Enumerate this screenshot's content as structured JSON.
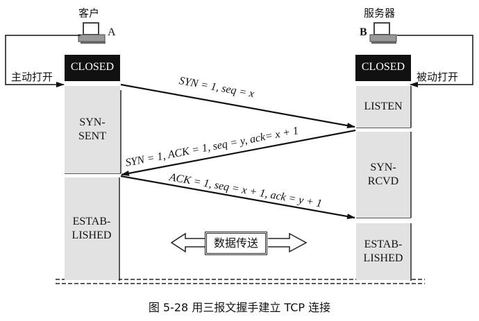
{
  "client": {
    "title": "客户",
    "id": "A",
    "action": "主动打开"
  },
  "server": {
    "title": "服务器",
    "id": "B",
    "action": "被动打开"
  },
  "client_states": [
    "CLOSED",
    "SYN-\nSENT",
    "ESTAB-\nLISHED"
  ],
  "server_states": [
    "CLOSED",
    "LISTEN",
    "SYN-\nRCVD",
    "ESTAB-\nLISHED"
  ],
  "messages": [
    {
      "label": "SYN = 1, seq = x",
      "direction": "A→B"
    },
    {
      "label": "SYN = 1, ACK = 1, seq = y, ack= x + 1",
      "direction": "B→A"
    },
    {
      "label": "ACK = 1, seq = x + 1, ack = y + 1",
      "direction": "A→B"
    }
  ],
  "data_transfer": "数据传送",
  "caption": "图 5-28  用三报文握手建立 TCP 连接"
}
